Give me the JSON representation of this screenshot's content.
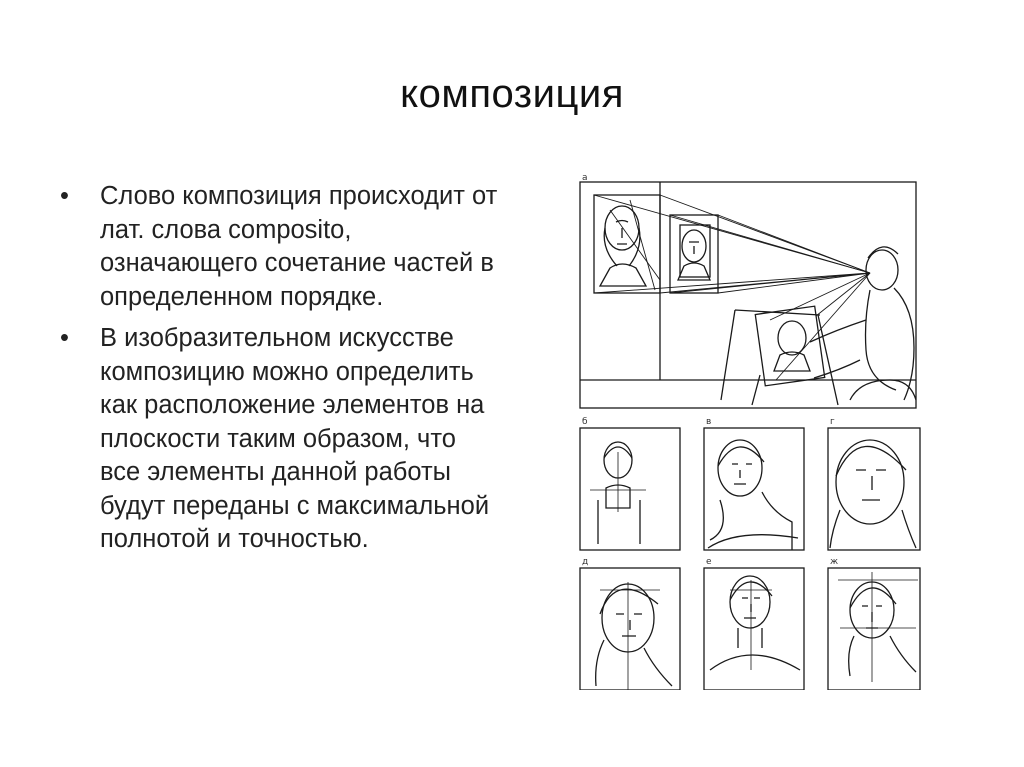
{
  "slide": {
    "title": "композиция",
    "bullets": [
      {
        "marker": "•",
        "text": "Слово композиция происходит от лат. слова composito, означающего сочетание частей в определенном порядке."
      },
      {
        "marker": "•",
        "text": " В изобразительном искусстве композицию можно определить как расположение элементов на плоскости таким образом, что все элементы данной работы будут переданы с максимальной полнотой и точностью."
      }
    ]
  },
  "figure": {
    "panel_labels": [
      "а",
      "б",
      "в",
      "г",
      "д",
      "е",
      "ж"
    ],
    "line_color": "#1a1a1a"
  }
}
